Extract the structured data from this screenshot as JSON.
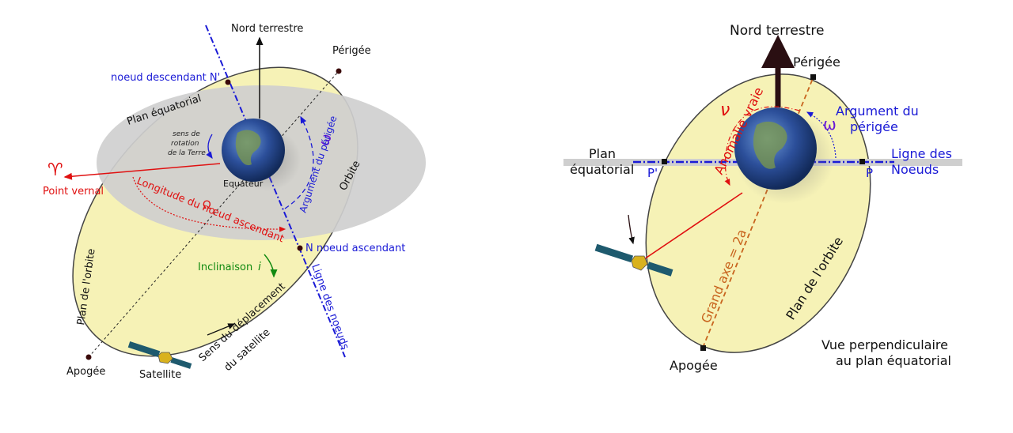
{
  "left": {
    "nord": "Nord terrestre",
    "perigee": "Périgée",
    "noeud_desc": "noeud descendant N'",
    "plan_eq": "Plan équatorial",
    "sens_rot_1": "sens de",
    "sens_rot_2": "rotation",
    "sens_rot_3": "de la Terre",
    "omega_small": "ω",
    "argument": "Argument du périgée",
    "orbite": "Orbite",
    "aries": "♈",
    "point_vernal": "Point vernal",
    "equateur": "Equateur",
    "longitude": "Longitude du nœud ascendant",
    "Omega": "Ω",
    "noeud_asc": "N noeud ascendant",
    "inclinaison": "Inclinaison",
    "i": "i",
    "plan_orbite": "Plan de l'orbite",
    "ligne_noeuds": "Ligne des noeuds",
    "sens_dep_1": "Sens du déplacement",
    "sens_dep_2": "du satellite",
    "apogee": "Apogée",
    "satellite": "Satellite"
  },
  "right": {
    "nord": "Nord terrestre",
    "perigee": "Périgée",
    "anomalie": "Anomalie vraie",
    "nu": "ν",
    "argument_1": "Argument du",
    "argument_2": "périgée",
    "omega": "ω",
    "plan_1": "Plan",
    "plan_2": "équatorial",
    "p_prime": "P'",
    "p": "P",
    "ligne_1": "Ligne des",
    "ligne_2": "Noeuds",
    "grand_axe": "Grand axe = 2a",
    "plan_orbite": "Plan de l'orbite",
    "apogee": "Apogée",
    "vue_1": "Vue perpendiculaire",
    "vue_2": "au plan équatorial"
  },
  "colors": {
    "orbit_fill": "#f6f2b6",
    "equatorial_plane": "#cfcfcf",
    "blue": "#1a1ad6",
    "red": "#e01010",
    "green": "#118a11",
    "orange": "#c8641e",
    "earth_ocean": "#2c4f9a"
  }
}
